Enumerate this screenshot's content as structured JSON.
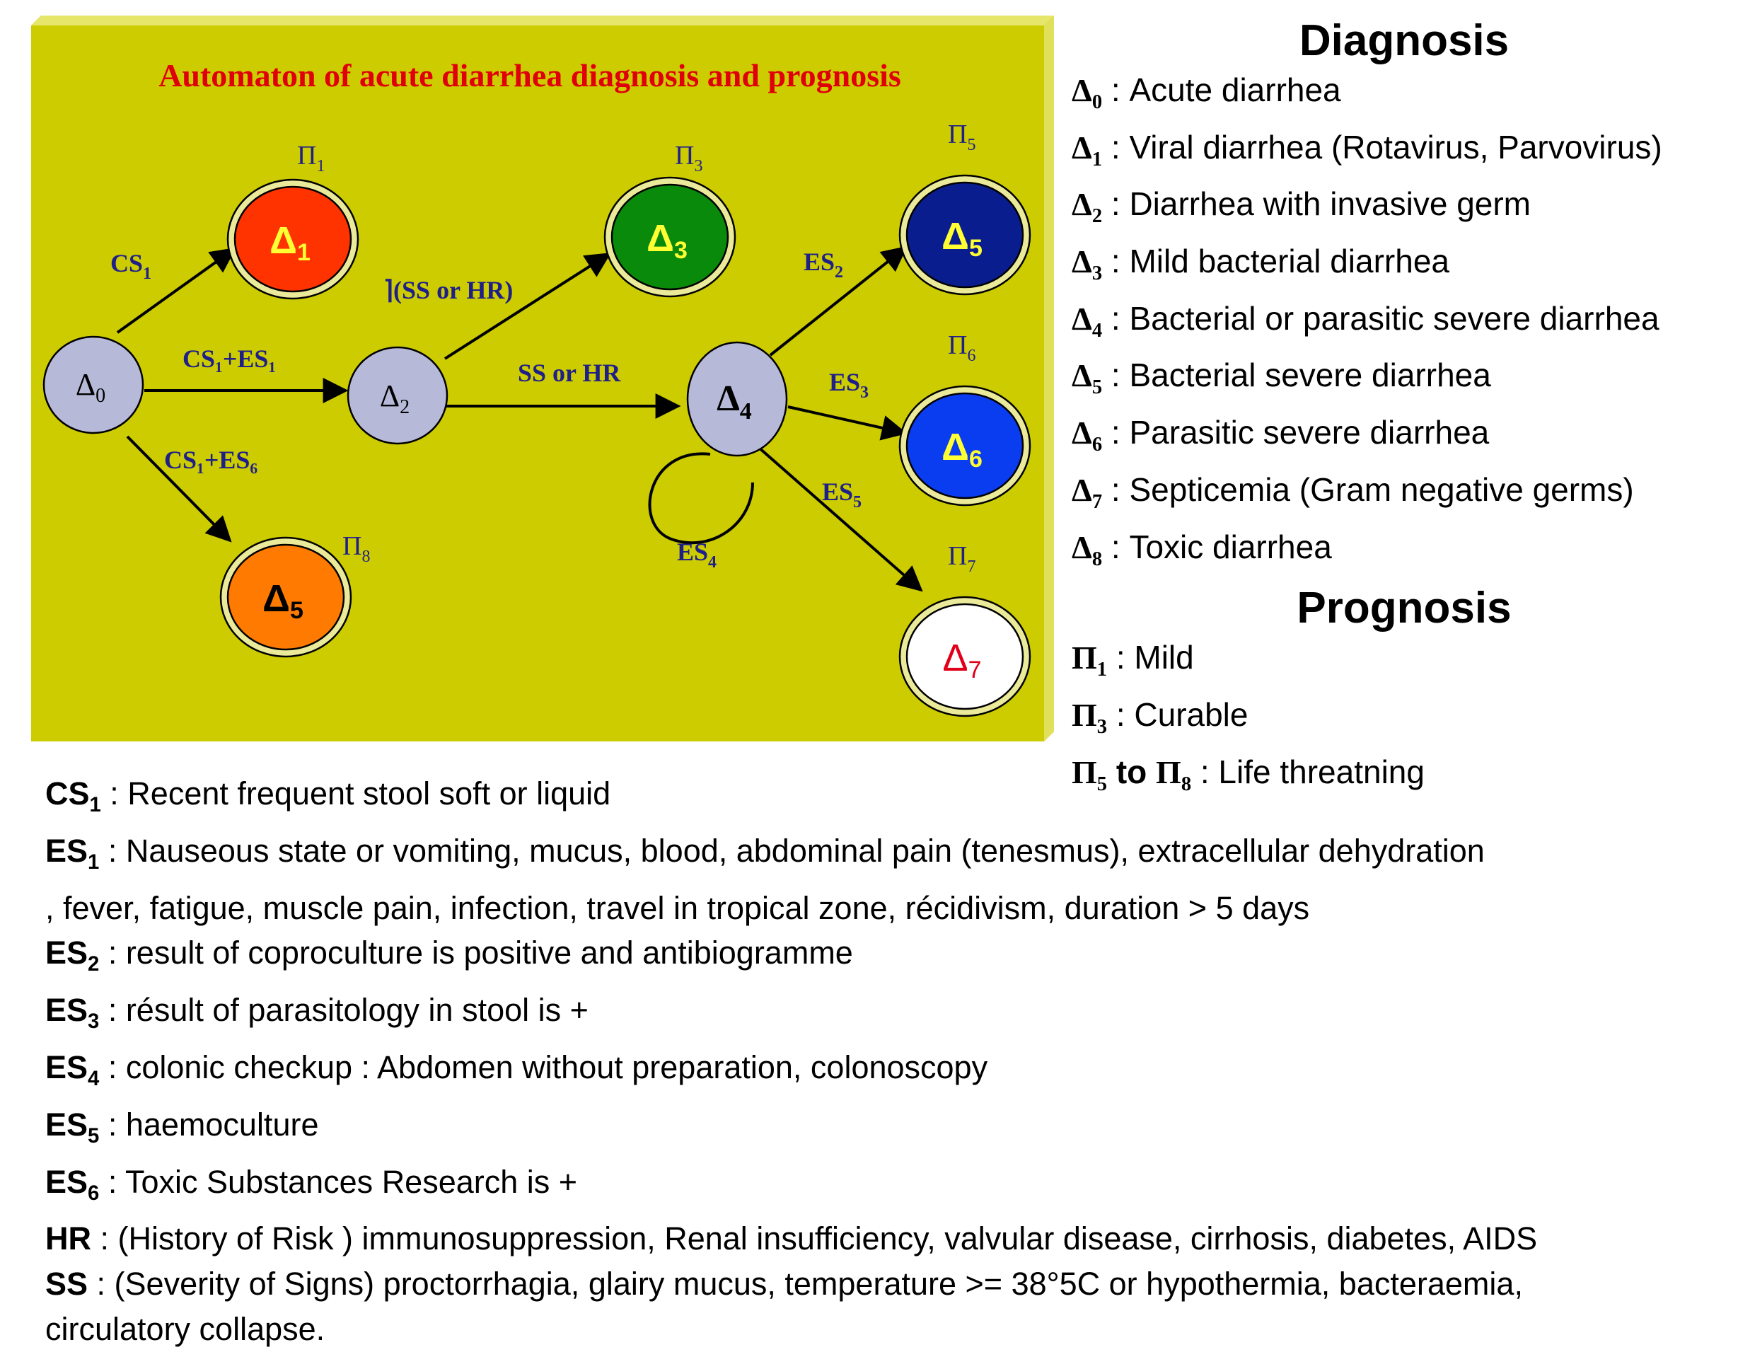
{
  "diagram": {
    "title": "Automaton of acute diarrhea diagnosis and prognosis",
    "colors": {
      "panel": "#cccc00",
      "panel_edge": "#e0e05a",
      "title": "#e0000a",
      "label": "#1f1f8a",
      "grey_node": "#b7b9d8",
      "red_node": "#ff3300",
      "green_node": "#0a8a0a",
      "navy_node": "#0a1d8f",
      "blue_node": "#0a3cf0",
      "orange_node": "#ff7a00",
      "white_node": "#ffffff"
    },
    "nodes": [
      {
        "id": "d0",
        "base": "Δ",
        "sub": "0",
        "prognosis": ""
      },
      {
        "id": "d1",
        "base": "Δ",
        "sub": "1",
        "prognosis_base": "Π",
        "prognosis_sub": "1"
      },
      {
        "id": "d2",
        "base": "Δ",
        "sub": "2",
        "prognosis": ""
      },
      {
        "id": "d3",
        "base": "Δ",
        "sub": "3",
        "prognosis_base": "Π",
        "prognosis_sub": "3"
      },
      {
        "id": "d4",
        "base": "Δ",
        "sub": "4",
        "prognosis": ""
      },
      {
        "id": "d5a",
        "base": "Δ",
        "sub": "5",
        "prognosis_base": "Π",
        "prognosis_sub": "5"
      },
      {
        "id": "d6",
        "base": "Δ",
        "sub": "6",
        "prognosis_base": "Π",
        "prognosis_sub": "6"
      },
      {
        "id": "d7",
        "base": "Δ",
        "sub": "7",
        "prognosis_base": "Π",
        "prognosis_sub": "7"
      },
      {
        "id": "d5b",
        "base": "Δ",
        "sub": "5",
        "prognosis_base": "Π",
        "prognosis_sub": "8"
      }
    ],
    "edges": [
      {
        "from": "d0",
        "to": "d1",
        "label_base": "CS",
        "label_sub": "1"
      },
      {
        "from": "d0",
        "to": "d2",
        "label_text": "CS₁+ES₁"
      },
      {
        "from": "d0",
        "to": "d5b",
        "label_text": "CS₁+ES₆"
      },
      {
        "from": "d2",
        "to": "d3",
        "label_text": "⌉(SS or HR)"
      },
      {
        "from": "d2",
        "to": "d4",
        "label_text": "SS or HR"
      },
      {
        "from": "d4",
        "to": "d5a",
        "label_base": "ES",
        "label_sub": "2"
      },
      {
        "from": "d4",
        "to": "d6",
        "label_base": "ES",
        "label_sub": "3"
      },
      {
        "from": "d4",
        "to": "d4",
        "label_base": "ES",
        "label_sub": "4"
      },
      {
        "from": "d4",
        "to": "d7",
        "label_base": "ES",
        "label_sub": "5"
      }
    ]
  },
  "diagnosis": {
    "heading": "Diagnosis",
    "items": [
      {
        "sym": "Δ",
        "sub": "0",
        "text": " : Acute diarrhea"
      },
      {
        "sym": "Δ",
        "sub": "1",
        "text": " : Viral diarrhea (Rotavirus, Parvovirus)"
      },
      {
        "sym": "Δ",
        "sub": "2",
        "text": " : Diarrhea with invasive germ"
      },
      {
        "sym": "Δ",
        "sub": "3",
        "text": " : Mild bacterial diarrhea"
      },
      {
        "sym": "Δ",
        "sub": "4",
        "text": " : Bacterial or parasitic severe diarrhea"
      },
      {
        "sym": "Δ",
        "sub": "5",
        "text": " : Bacterial severe diarrhea"
      },
      {
        "sym": "Δ",
        "sub": "6",
        "text": " : Parasitic severe diarrhea"
      },
      {
        "sym": "Δ",
        "sub": "7",
        "text": " : Septicemia (Gram negative germs)"
      },
      {
        "sym": "Δ",
        "sub": "8",
        "text": " : Toxic diarrhea"
      }
    ]
  },
  "prognosis": {
    "heading": "Prognosis",
    "items": [
      {
        "sym": "Π",
        "sub": "1",
        "text": " : Mild"
      },
      {
        "sym": "Π",
        "sub": "3",
        "text": " : Curable"
      },
      {
        "sym": "Π",
        "sub": "5",
        "mid": " to ",
        "sym2": "Π",
        "sub2": "8",
        "text": " : Life threatning"
      }
    ]
  },
  "definitions": [
    {
      "term": "CS",
      "sub": "1",
      "text": " : Recent frequent stool soft or liquid"
    },
    {
      "term": "ES",
      "sub": "1",
      "text": " : Nauseous state or vomiting, mucus, blood, abdominal pain (tenesmus), extracellular dehydration",
      "cont": ", fever, fatigue, muscle pain, infection, travel in tropical zone, récidivism, duration > 5 days"
    },
    {
      "term": "ES",
      "sub": "2",
      "text": " : result of coproculture is positive and antibiogramme"
    },
    {
      "term": "ES",
      "sub": "3",
      "text": " : résult of parasitology in stool is +"
    },
    {
      "term": "ES",
      "sub": "4",
      "text": " : colonic checkup : Abdomen without preparation, colonoscopy"
    },
    {
      "term": "ES",
      "sub": "5",
      "text": " : haemoculture"
    },
    {
      "term": "ES",
      "sub": "6",
      "text": " : Toxic Substances Research is +"
    },
    {
      "term": "HR",
      "sub": "",
      "text": " : (History of Risk ) immunosuppression, Renal insufficiency, valvular disease, cirrhosis, diabetes, AIDS"
    },
    {
      "term": "SS",
      "sub": "",
      "text": " : (Severity of Signs) proctorrhagia, glairy mucus, temperature >= 38°5C or hypothermia, bacteraemia,",
      "cont": "circulatory collapse."
    }
  ]
}
